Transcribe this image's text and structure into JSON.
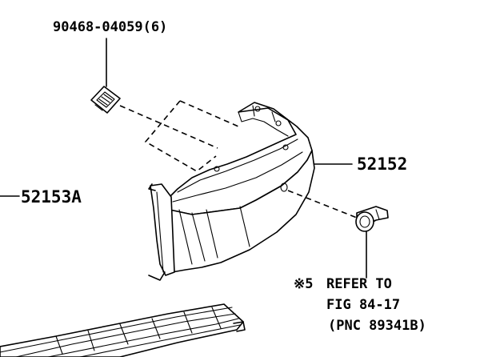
{
  "callouts": {
    "clip_part": "90468-04059(6)",
    "cover_part": "52152",
    "bracket_part": "52153A",
    "note_mark": "※5",
    "note_line1": "REFER TO",
    "note_line2": "FIG 84-17",
    "note_line3": "(PNC 89341B)"
  }
}
